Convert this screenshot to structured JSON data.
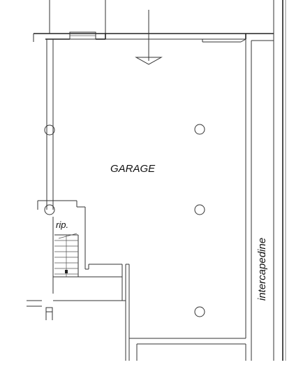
{
  "plan": {
    "rooms": {
      "garage": {
        "label": "GARAGE"
      },
      "storage": {
        "label": "rip."
      },
      "cavity": {
        "label": "intercapedine"
      }
    },
    "colors": {
      "ink": "#222222",
      "background": "#ffffff"
    }
  }
}
